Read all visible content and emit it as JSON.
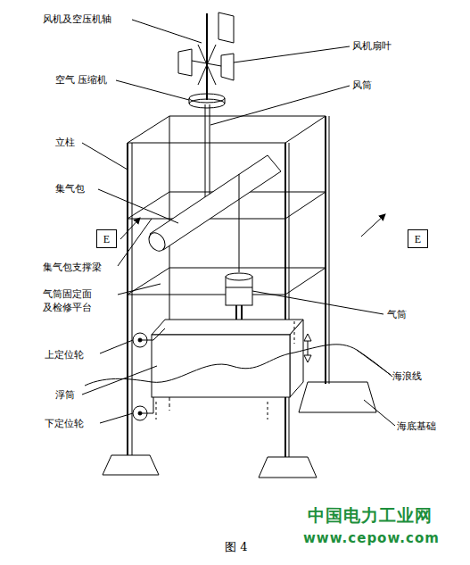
{
  "diagram": {
    "caption": "图 4",
    "nodes": [
      {
        "text": [
          "E"
        ]
      },
      {
        "text": [
          "E"
        ]
      }
    ],
    "labels": [
      "风机及空压机轴",
      "风机扇叶",
      "空气 压缩机",
      "风筒",
      "立柱",
      "集气包",
      "集气包支撑梁",
      "气筒固定面 及检修平台",
      "气筒",
      "上定位轮",
      "海浪线",
      "浮筒",
      "下定位轮",
      "海底基础",
      "中国电力工业网",
      "www.cepow.com"
    ]
  }
}
